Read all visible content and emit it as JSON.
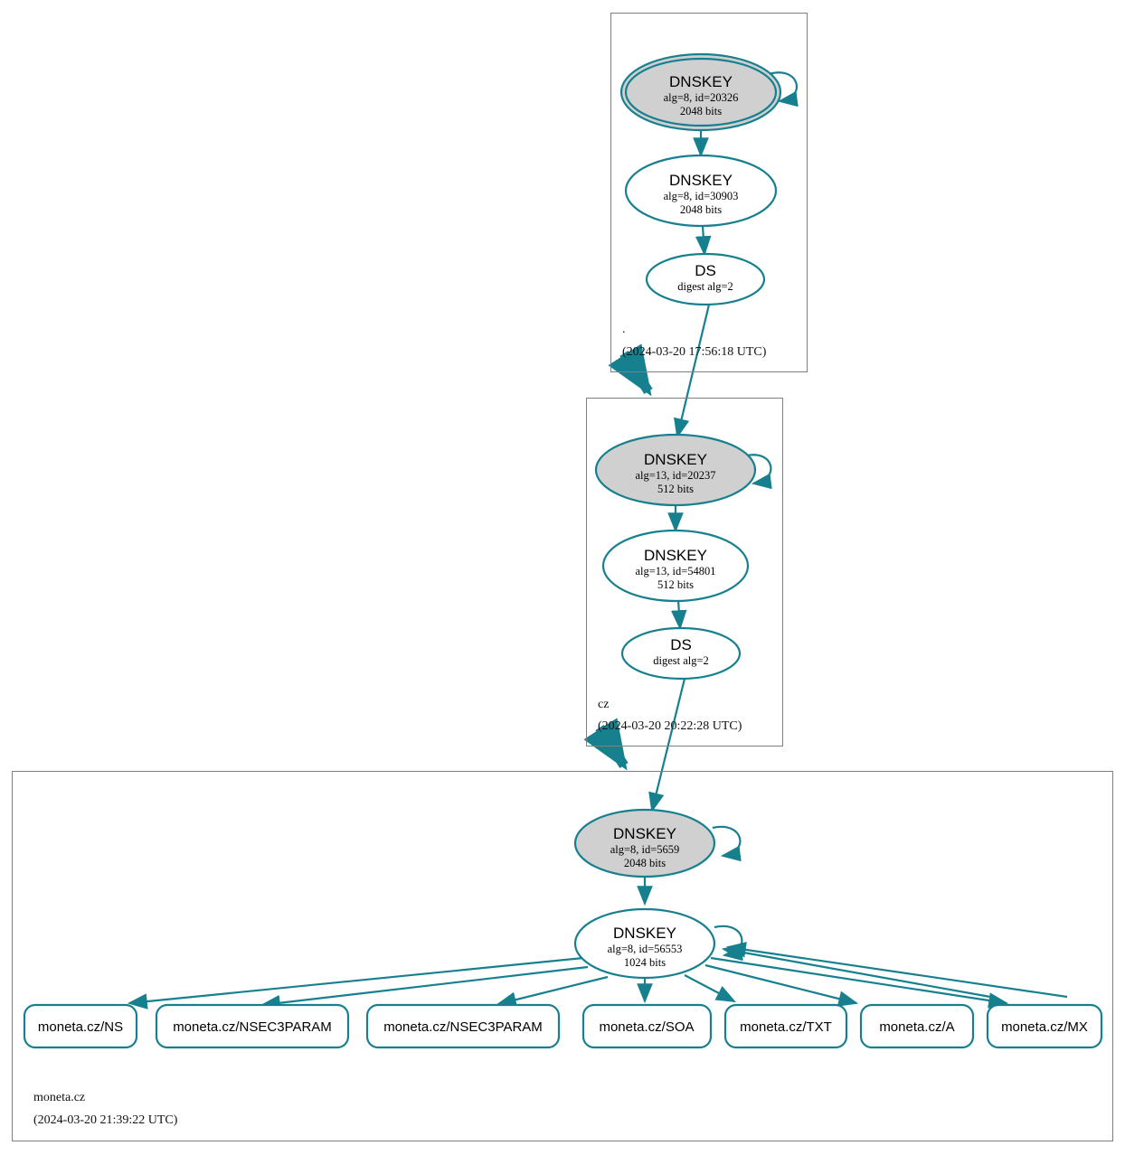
{
  "diagram": {
    "kind": "dnssec-authentication-chain",
    "colors": {
      "edge": "#17808f",
      "node_stroke": "#17808f",
      "secure_key_fill": "#d0d0d0",
      "node_fill": "#ffffff",
      "zone_border": "#7f7f7f",
      "text": "#000000"
    }
  },
  "zones": [
    {
      "id": "root",
      "name": ".",
      "timestamp": "(2024-03-20 17:56:18 UTC)",
      "nodes": [
        {
          "id": "root-ksk",
          "type": "DNSKEY",
          "title": "DNSKEY",
          "line2": "alg=8, id=20326",
          "line3": "2048 bits",
          "alg": 8,
          "key_id": 20326,
          "bits": 2048,
          "role": "trust-anchor-ksk",
          "shape": "doubleellipse",
          "fill": "#d0d0d0",
          "self_signed": true
        },
        {
          "id": "root-zsk",
          "type": "DNSKEY",
          "title": "DNSKEY",
          "line2": "alg=8, id=30903",
          "line3": "2048 bits",
          "alg": 8,
          "key_id": 30903,
          "bits": 2048,
          "role": "zsk",
          "shape": "ellipse",
          "fill": "#ffffff",
          "self_signed": false
        },
        {
          "id": "root-ds",
          "type": "DS",
          "title": "DS",
          "line2": "digest alg=2",
          "line3": "",
          "digest_alg": 2,
          "role": "ds",
          "shape": "ellipse",
          "fill": "#ffffff"
        }
      ]
    },
    {
      "id": "cz",
      "name": "cz",
      "timestamp": "(2024-03-20 20:22:28 UTC)",
      "nodes": [
        {
          "id": "cz-ksk",
          "type": "DNSKEY",
          "title": "DNSKEY",
          "line2": "alg=13, id=20237",
          "line3": "512 bits",
          "alg": 13,
          "key_id": 20237,
          "bits": 512,
          "role": "ksk",
          "shape": "ellipse",
          "fill": "#d0d0d0",
          "self_signed": true
        },
        {
          "id": "cz-zsk",
          "type": "DNSKEY",
          "title": "DNSKEY",
          "line2": "alg=13, id=54801",
          "line3": "512 bits",
          "alg": 13,
          "key_id": 54801,
          "bits": 512,
          "role": "zsk",
          "shape": "ellipse",
          "fill": "#ffffff",
          "self_signed": false
        },
        {
          "id": "cz-ds",
          "type": "DS",
          "title": "DS",
          "line2": "digest alg=2",
          "line3": "",
          "digest_alg": 2,
          "role": "ds",
          "shape": "ellipse",
          "fill": "#ffffff"
        }
      ]
    },
    {
      "id": "moneta",
      "name": "moneta.cz",
      "timestamp": "(2024-03-20 21:39:22 UTC)",
      "nodes": [
        {
          "id": "moneta-ksk",
          "type": "DNSKEY",
          "title": "DNSKEY",
          "line2": "alg=8, id=5659",
          "line3": "2048 bits",
          "alg": 8,
          "key_id": 5659,
          "bits": 2048,
          "role": "ksk",
          "shape": "ellipse",
          "fill": "#d0d0d0",
          "self_signed": true
        },
        {
          "id": "moneta-zsk",
          "type": "DNSKEY",
          "title": "DNSKEY",
          "line2": "alg=8, id=56553",
          "line3": "1024 bits",
          "alg": 8,
          "key_id": 56553,
          "bits": 1024,
          "role": "zsk",
          "shape": "ellipse",
          "fill": "#ffffff",
          "self_signed": true
        }
      ],
      "rrsets": [
        {
          "id": "rr-ns",
          "label": "moneta.cz/NS"
        },
        {
          "id": "rr-nsec3p-1",
          "label": "moneta.cz/NSEC3PARAM"
        },
        {
          "id": "rr-nsec3p-2",
          "label": "moneta.cz/NSEC3PARAM"
        },
        {
          "id": "rr-soa",
          "label": "moneta.cz/SOA"
        },
        {
          "id": "rr-txt",
          "label": "moneta.cz/TXT"
        },
        {
          "id": "rr-a",
          "label": "moneta.cz/A"
        },
        {
          "id": "rr-mx",
          "label": "moneta.cz/MX"
        }
      ]
    }
  ]
}
